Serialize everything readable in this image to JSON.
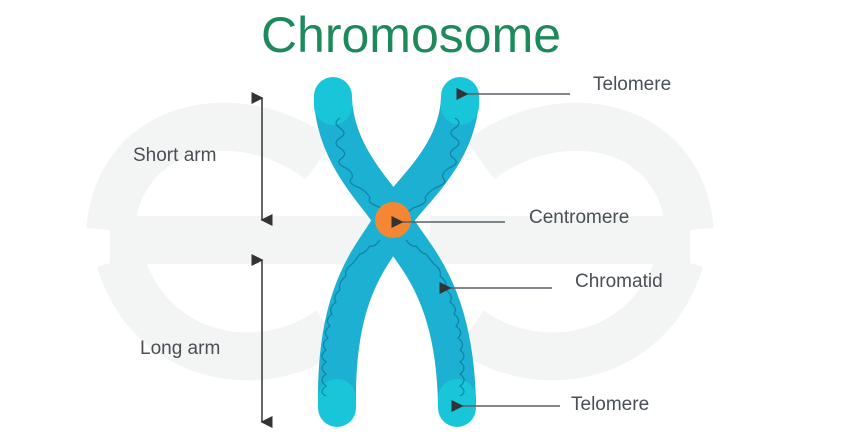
{
  "title": "Chromosome",
  "labels": {
    "short_arm": "Short arm",
    "long_arm": "Long arm",
    "telomere_top": "Telomere",
    "centromere": "Centromere",
    "chromatid": "Chromatid",
    "telomere_bottom": "Telomere"
  },
  "colors": {
    "title": "#1e8a5c",
    "chromatid": "#1cb0d2",
    "telomere": "#19c6d9",
    "centromere": "#f58634",
    "pointer": "#5a6068"
  }
}
